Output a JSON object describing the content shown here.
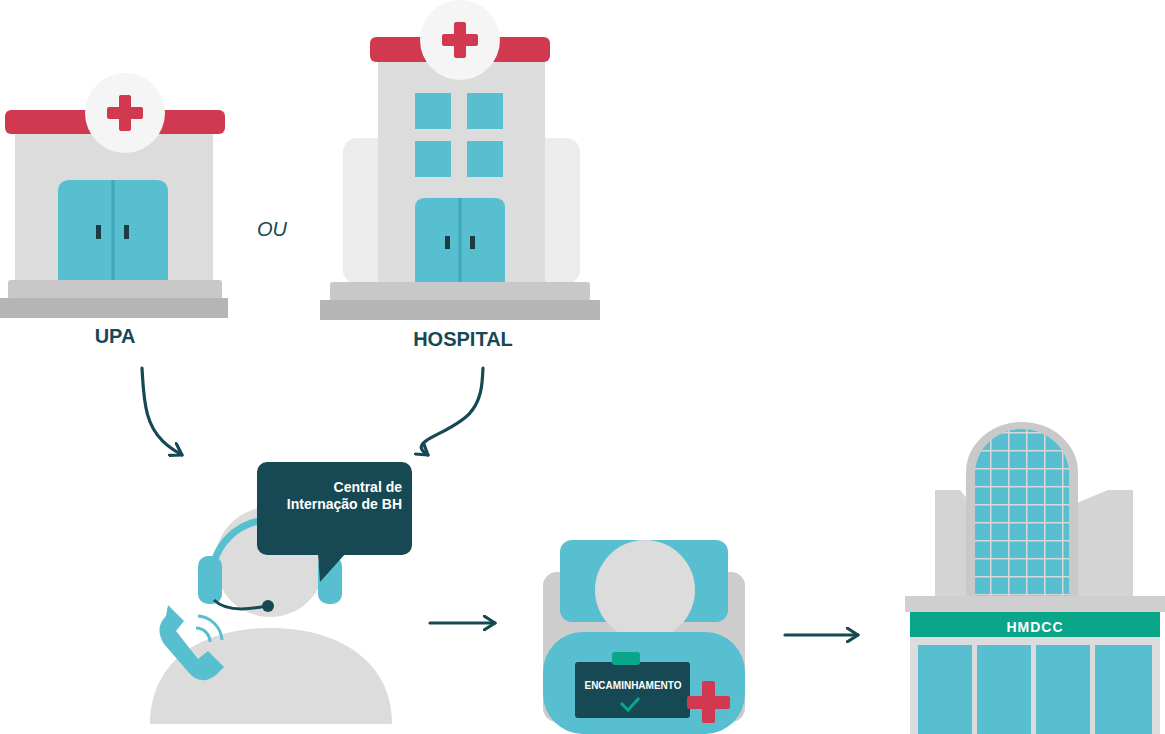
{
  "diagram": {
    "nodes": [
      {
        "text": [
          "UPA"
        ]
      },
      {
        "text": [
          "HOSPITAL"
        ]
      },
      {
        "text": [
          "Central de Internação de BH"
        ]
      },
      {
        "text": [
          "ENCAMINHAMENTO"
        ]
      },
      {
        "text": [
          "HMDCC"
        ]
      }
    ],
    "edges": [
      {
        "from": 0,
        "to": 2,
        "arrow": "to"
      },
      {
        "from": 1,
        "to": 2,
        "arrow": "to"
      },
      {
        "from": 2,
        "to": 3,
        "arrow": "to"
      },
      {
        "from": 3,
        "to": 4,
        "arrow": "to"
      }
    ],
    "labels": [
      "OU"
    ]
  }
}
